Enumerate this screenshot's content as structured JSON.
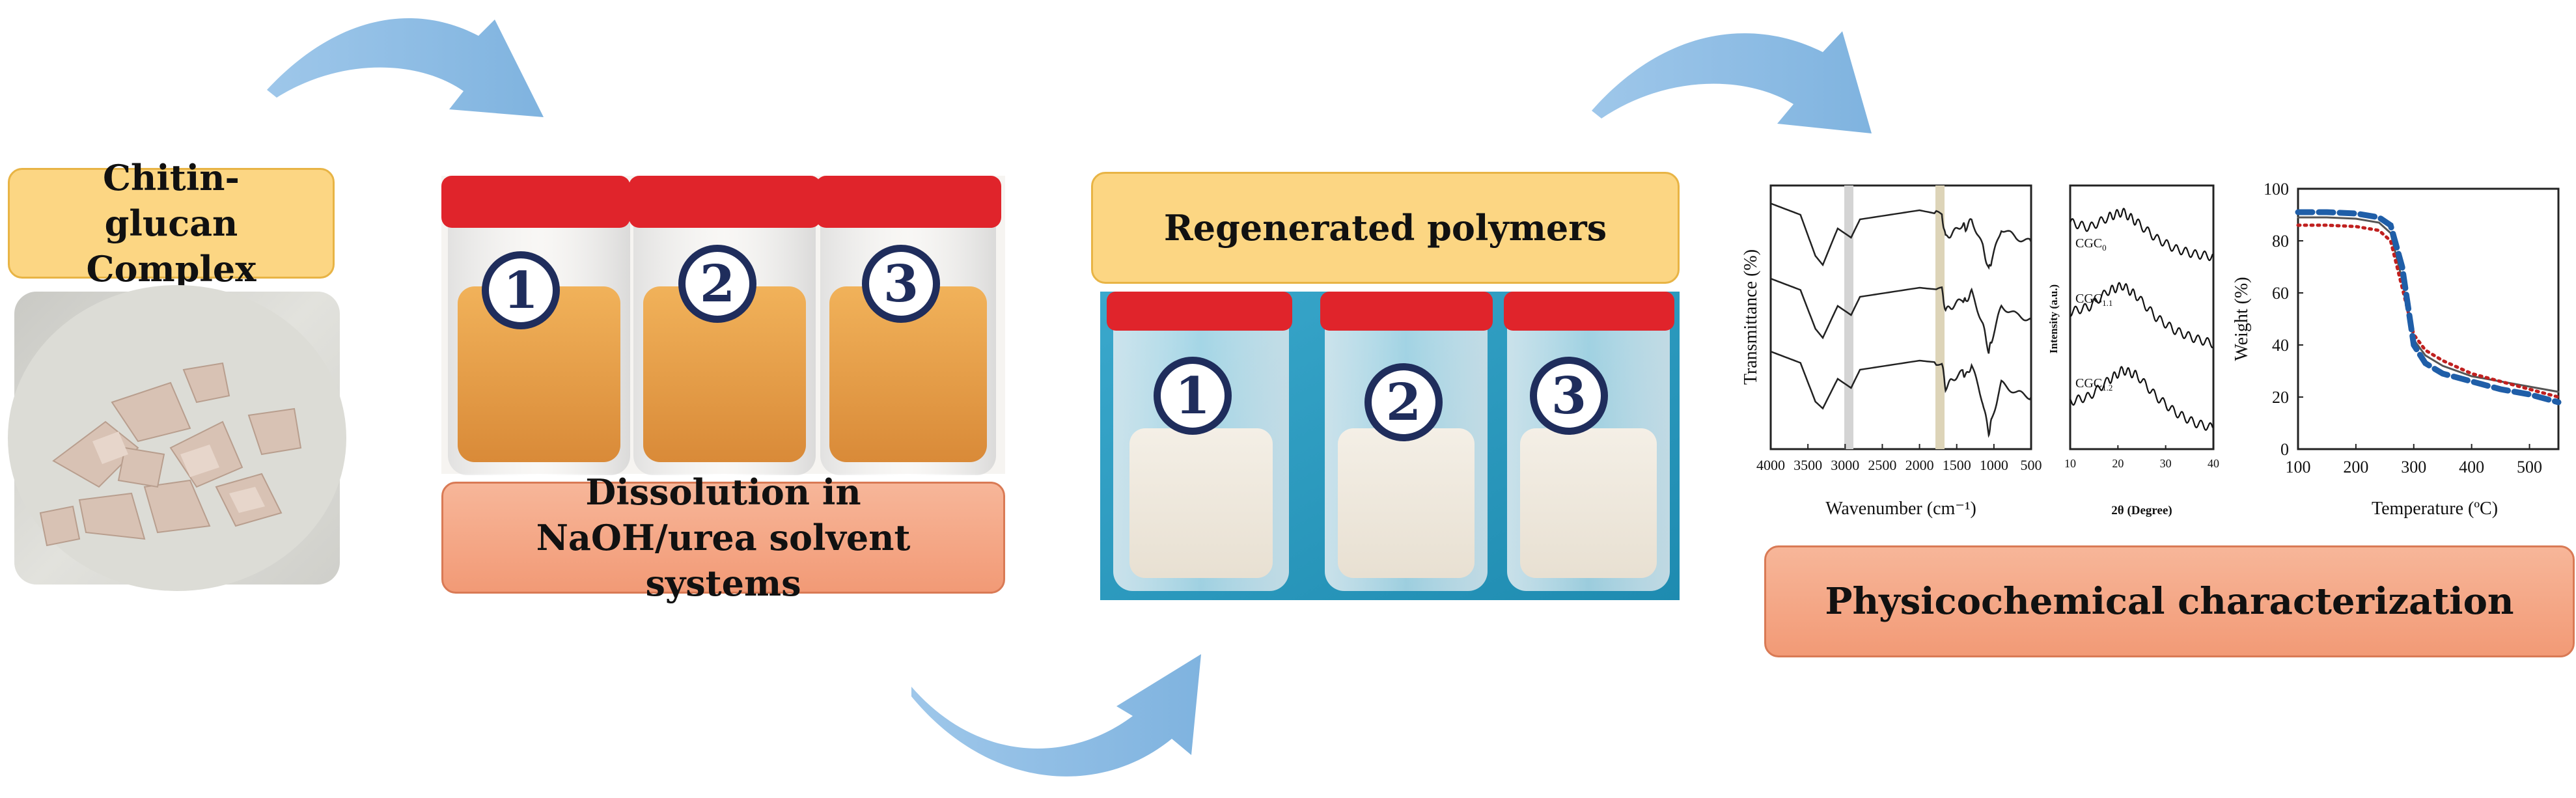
{
  "boxes": {
    "chitin": "Chitin-glucan Complex",
    "dissolution": "Dissolution in NaOH/urea solvent systems",
    "regenerated": "Regenerated polymers",
    "physico": "Physicochemical characterization"
  },
  "vial_numbers": [
    "1",
    "2",
    "3"
  ],
  "colors": {
    "arrow": "#8dbde6",
    "yellow_box": "#fcd683",
    "salmon_box": "#f29a76",
    "cap_red": "#e0242b",
    "circle_navy": "#1f2d5c",
    "teal_bg": "#2d9cc0"
  },
  "chart_data": [
    {
      "type": "line",
      "xlabel": "Wavenumber (cm⁻¹)",
      "ylabel": "Transmittance (%)",
      "xlim": [
        4000,
        500
      ],
      "xticks": [
        "4000",
        "3500",
        "3000",
        "2500",
        "2000",
        "1500",
        "1000",
        "500"
      ],
      "grid": false,
      "series": [
        {
          "x": [
            4000,
            3600,
            3400,
            3300,
            3100,
            2920,
            2800,
            2000,
            1700,
            1650,
            1550,
            1420,
            1380,
            1300,
            1150,
            1070,
            1030,
            900,
            700,
            500
          ],
          "y": [
            95,
            90,
            72,
            68,
            84,
            80,
            88,
            92,
            90,
            80,
            82,
            86,
            84,
            88,
            76,
            66,
            70,
            84,
            80,
            78
          ]
        },
        {
          "x": [
            4000,
            3600,
            3400,
            3300,
            3100,
            2920,
            2800,
            2000,
            1700,
            1650,
            1550,
            1420,
            1380,
            1300,
            1150,
            1070,
            1030,
            900,
            700,
            500
          ],
          "y": [
            62,
            57,
            40,
            36,
            50,
            46,
            54,
            58,
            57,
            48,
            50,
            53,
            52,
            56,
            42,
            30,
            35,
            50,
            46,
            44
          ]
        },
        {
          "x": [
            4000,
            3600,
            3400,
            3300,
            3100,
            2920,
            2800,
            2000,
            1700,
            1650,
            1550,
            1420,
            1380,
            1300,
            1150,
            1070,
            1030,
            900,
            700,
            500
          ],
          "y": [
            30,
            25,
            8,
            5,
            18,
            14,
            22,
            26,
            25,
            14,
            18,
            21,
            19,
            24,
            8,
            -6,
            0,
            16,
            12,
            10
          ]
        }
      ]
    },
    {
      "type": "line",
      "xlabel": "2θ (Degree)",
      "ylabel": "Intensity (a.u.)",
      "xlim": [
        10,
        40
      ],
      "xticks": [
        "10",
        "20",
        "30",
        "40"
      ],
      "series": [
        {
          "name": "CGC0",
          "x": [
            10,
            14,
            18,
            21,
            24,
            28,
            32,
            36,
            40
          ],
          "y": [
            86,
            84,
            88,
            90,
            86,
            80,
            76,
            74,
            73
          ]
        },
        {
          "name": "CGC1.1",
          "x": [
            10,
            14,
            18,
            21,
            24,
            28,
            32,
            36,
            40
          ],
          "y": [
            52,
            54,
            60,
            62,
            58,
            50,
            45,
            42,
            40
          ]
        },
        {
          "name": "CGC1.2",
          "x": [
            10,
            14,
            18,
            21,
            24,
            28,
            32,
            36,
            40
          ],
          "y": [
            18,
            20,
            26,
            30,
            28,
            20,
            14,
            10,
            8
          ]
        }
      ],
      "series_labels": [
        {
          "base": "CGC",
          "sub": "0"
        },
        {
          "base": "CGC",
          "sub": "1.1"
        },
        {
          "base": "CGC",
          "sub": "1.2"
        }
      ]
    },
    {
      "type": "line",
      "xlabel": "Temperature (ºC)",
      "ylabel": "Weight (%)",
      "xlim": [
        100,
        550
      ],
      "ylim": [
        0,
        100
      ],
      "xticks": [
        "100",
        "200",
        "300",
        "400",
        "500"
      ],
      "yticks": [
        "0",
        "20",
        "40",
        "60",
        "80",
        "100"
      ],
      "series": [
        {
          "color": "#555555",
          "dash": "solid",
          "x": [
            100,
            150,
            200,
            240,
            260,
            280,
            300,
            320,
            350,
            400,
            450,
            500,
            550
          ],
          "y": [
            89,
            89,
            88.5,
            87,
            83,
            65,
            42,
            36,
            32,
            28,
            26,
            24,
            22
          ]
        },
        {
          "color": "#c0201f",
          "dash": "dot",
          "x": [
            100,
            150,
            200,
            240,
            260,
            280,
            300,
            320,
            350,
            400,
            450,
            500,
            550
          ],
          "y": [
            86,
            86,
            85.5,
            84,
            80,
            62,
            44,
            38,
            34,
            29,
            26,
            23,
            20
          ]
        },
        {
          "color": "#1f5ea8",
          "dash": "dash",
          "x": [
            100,
            150,
            200,
            240,
            260,
            280,
            300,
            320,
            350,
            400,
            450,
            500,
            550
          ],
          "y": [
            91,
            91,
            90.5,
            89,
            86,
            70,
            40,
            33,
            29,
            26,
            23,
            21,
            18
          ]
        }
      ]
    }
  ]
}
